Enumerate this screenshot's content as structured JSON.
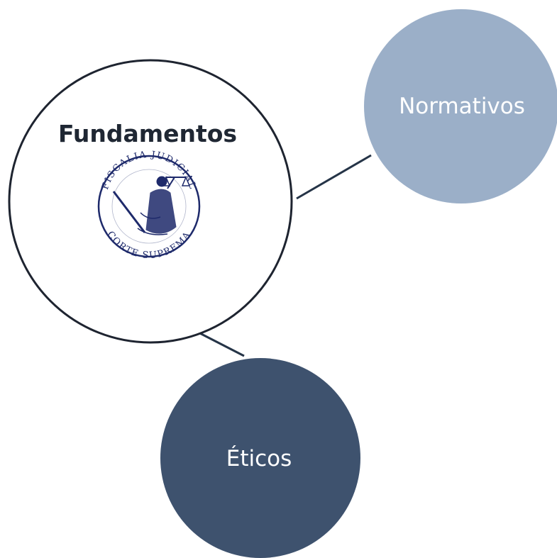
{
  "diagram": {
    "center_node": {
      "label": "Fundamentos",
      "seal": {
        "top_text": "FISCALIA JUDICIAL",
        "bottom_text": "CORTE SUPREMA"
      }
    },
    "nodes": [
      {
        "label": "Normativos",
        "fill": "#9bafc8",
        "text_color": "#ffffff"
      },
      {
        "label": "Éticos",
        "fill": "#3e526e",
        "text_color": "#ffffff"
      }
    ]
  },
  "colors": {
    "outline": "#1e2430",
    "connector": "#253447",
    "title_text": "#1f2733",
    "seal_ink": "#1e2a6b"
  }
}
